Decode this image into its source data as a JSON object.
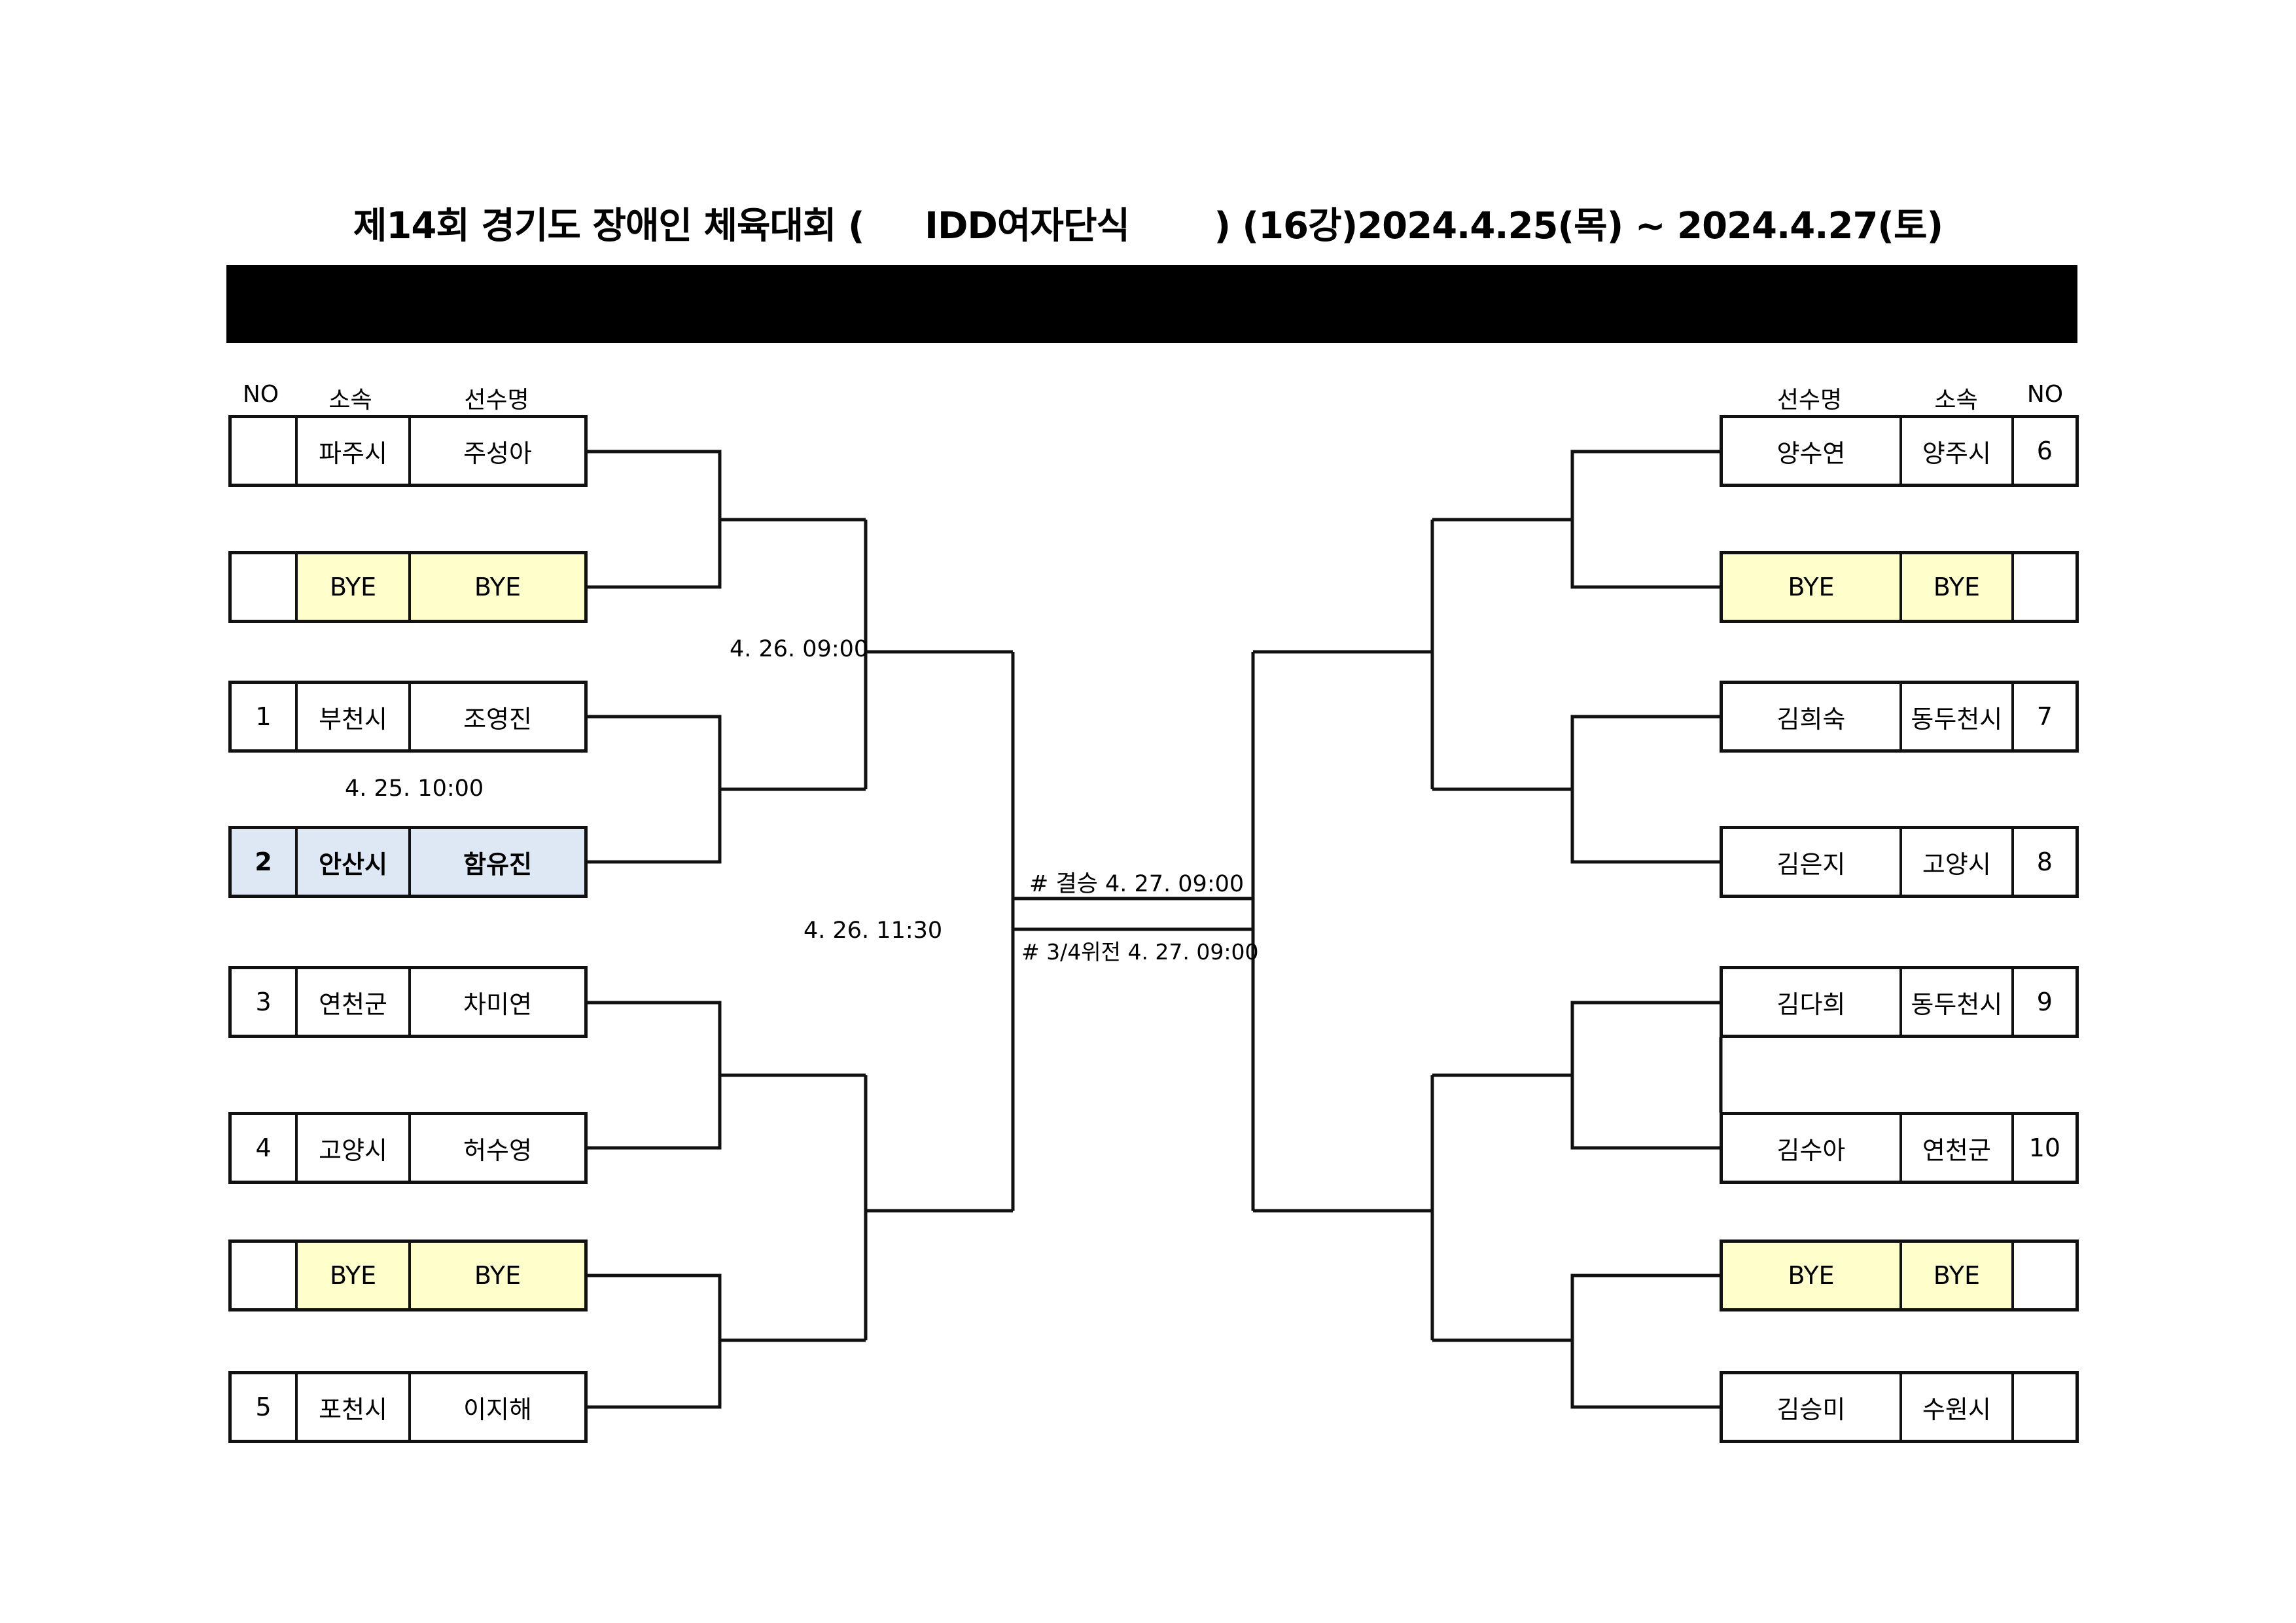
{
  "title": "제14회 경기도 장애인 체육대회 (     IDD여자단식       ) (16강)2024.4.25(목) ~ 2024.4.27(토)",
  "left": {
    "headers": {
      "no": "NO",
      "team": "소속",
      "name": "선수명"
    },
    "rows": [
      {
        "no": "",
        "team": "파주시",
        "name": "주성아",
        "style": "normal"
      },
      {
        "no": "",
        "team": "BYE",
        "name": "BYE",
        "style": "bye"
      },
      {
        "no": "1",
        "team": "부천시",
        "name": "조영진",
        "style": "normal"
      },
      {
        "no": "2",
        "team": "안산시",
        "name": "함유진",
        "style": "highlight"
      },
      {
        "no": "3",
        "team": "연천군",
        "name": "차미연",
        "style": "normal"
      },
      {
        "no": "4",
        "team": "고양시",
        "name": "허수영",
        "style": "normal"
      },
      {
        "no": "",
        "team": "BYE",
        "name": "BYE",
        "style": "bye"
      },
      {
        "no": "5",
        "team": "포천시",
        "name": "이지해",
        "style": "normal"
      }
    ]
  },
  "right": {
    "headers": {
      "name": "선수명",
      "team": "소속",
      "no": "NO"
    },
    "rows": [
      {
        "name": "양수연",
        "team": "양주시",
        "no": "6",
        "style": "normal"
      },
      {
        "name": "BYE",
        "team": "BYE",
        "no": "",
        "style": "bye"
      },
      {
        "name": "김희숙",
        "team": "동두천시",
        "no": "7",
        "style": "normal"
      },
      {
        "name": "김은지",
        "team": "고양시",
        "no": "8",
        "style": "normal"
      },
      {
        "name": "김다희",
        "team": "동두천시",
        "no": "9",
        "style": "normal"
      },
      {
        "name": "김수아",
        "team": "연천군",
        "no": "10",
        "style": "normal"
      },
      {
        "name": "BYE",
        "team": "BYE",
        "no": "",
        "style": "bye"
      },
      {
        "name": "김승미",
        "team": "수원시",
        "no": "",
        "style": "normal"
      }
    ]
  },
  "schedule": {
    "round1": "4. 25. 10:00",
    "semi_top": "4. 26. 09:00",
    "semi_bottom": "4. 26. 11:30",
    "final": "# 결승 4. 27. 09:00",
    "third_place": "# 3/4위전 4. 27. 09:00"
  },
  "colors": {
    "bye": "#ffffcc",
    "highlight": "#dde8f4"
  }
}
